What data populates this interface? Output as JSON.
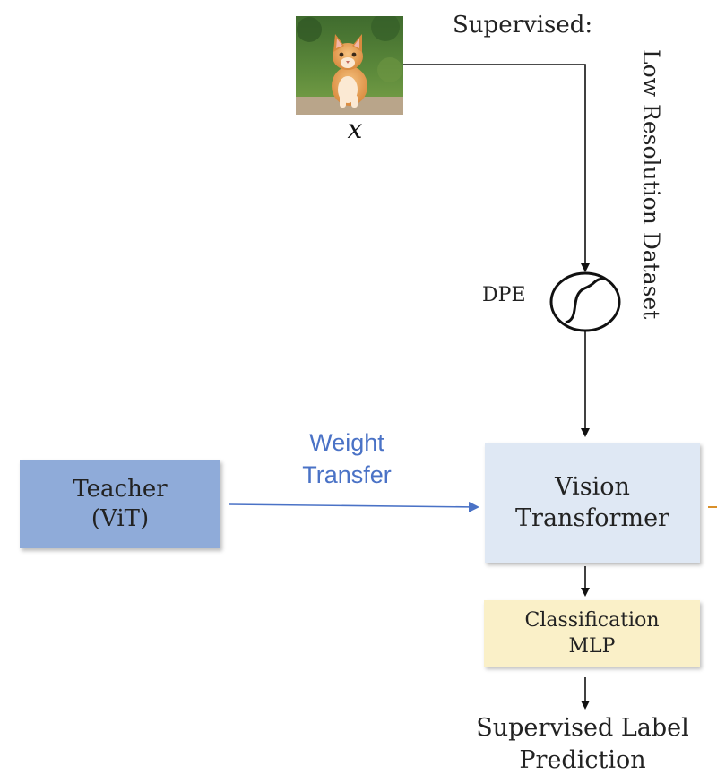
{
  "input": {
    "variable": "x"
  },
  "supervised_label": "Supervised:",
  "dataset_label": "Low Resolution Dataset",
  "dpe": {
    "label": "DPE"
  },
  "teacher": {
    "line1": "Teacher",
    "line2": "(ViT)"
  },
  "weight_transfer": {
    "line1": "Weight",
    "line2": "Transfer"
  },
  "vision_transformer": {
    "line1": "Vision",
    "line2": "Transformer"
  },
  "classifier": {
    "line1": "Classification",
    "line2": "MLP"
  },
  "output": {
    "line1": "Supervised Label",
    "line2": "Prediction"
  },
  "colors": {
    "teacher_fill": "#8fabd9",
    "vit_fill": "#dfe8f4",
    "mlp_fill": "#faf0c8",
    "weight_transfer_text": "#4a72c6"
  }
}
